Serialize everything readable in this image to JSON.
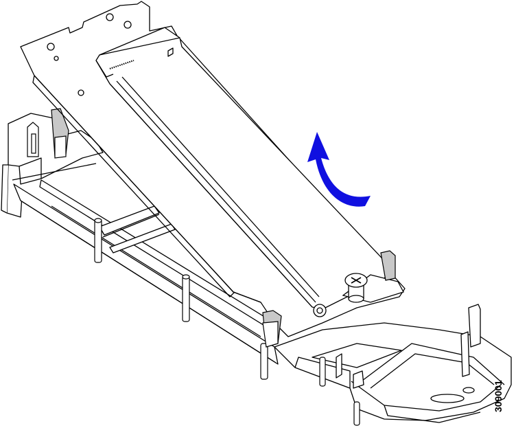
{
  "figure": {
    "id_label": "309001",
    "arrow_color": "#1010e0",
    "line_color": "#000000",
    "shade_color": "#c8c8c8"
  },
  "parts": [
    {
      "name": "sled-tray",
      "icon": "tray-frame"
    },
    {
      "name": "carrier-plate",
      "icon": "hinged-plate"
    },
    {
      "name": "m2-module",
      "icon": "ssd-card"
    },
    {
      "name": "retaining-screw",
      "icon": "phillips-screw"
    },
    {
      "name": "rotation-arrow",
      "icon": "curved-arrow-up"
    }
  ]
}
